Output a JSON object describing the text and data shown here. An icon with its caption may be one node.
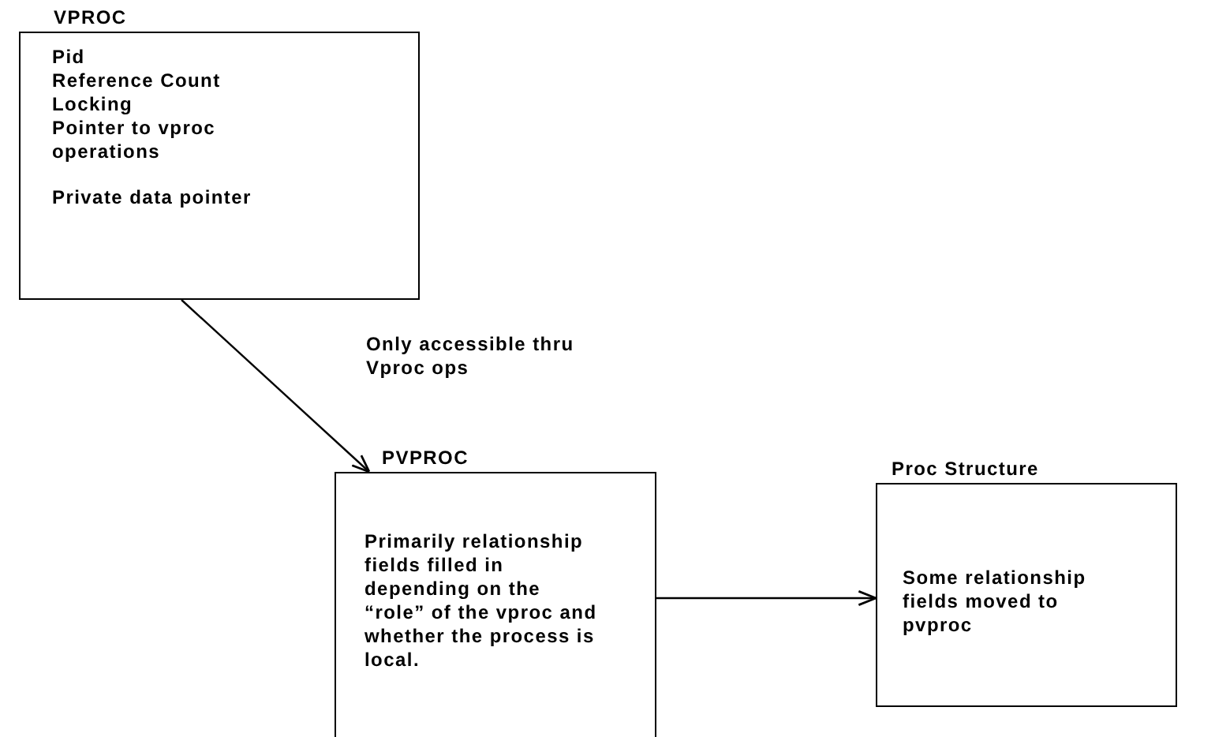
{
  "diagram": {
    "nodes": [
      {
        "text": [
          "VPROC",
          "Pid",
          "Reference Count",
          "Locking",
          "Pointer to vproc operations",
          "Private data pointer"
        ]
      },
      {
        "text": [
          "PVPROC",
          "Primarily relationship fields filled in depending on the “role” of the vproc and whether the process is local."
        ]
      },
      {
        "text": [
          "Proc Structure",
          "Some relationship fields moved to pvproc"
        ]
      }
    ],
    "edges": [
      {
        "from": 0,
        "to": 1,
        "arrow": "to",
        "label": "Only accessible thru Vproc ops"
      },
      {
        "from": 1,
        "to": 2,
        "arrow": "to"
      }
    ]
  }
}
